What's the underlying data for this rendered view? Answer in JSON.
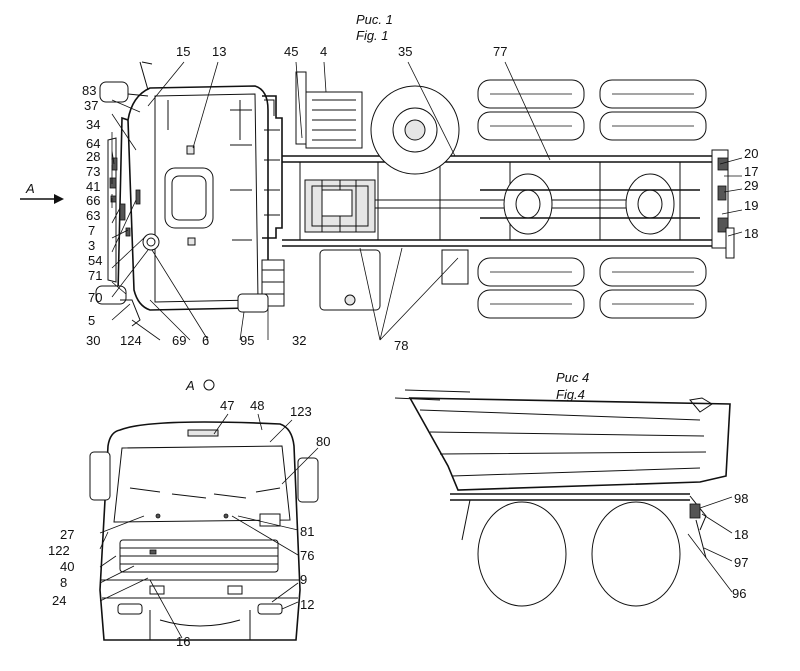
{
  "captions": {
    "fig1_ru": "Рис. 1",
    "fig1_en": "Fig. 1",
    "fig4_ru": "Рис 4",
    "fig4_en": "Fig.4",
    "view_arrow": "A",
    "view_title": "A"
  },
  "labels": {
    "top_row": [
      "15",
      "13",
      "45",
      "4",
      "35",
      "77"
    ],
    "left_column": [
      "83",
      "37",
      "34",
      "64",
      "28",
      "73",
      "41",
      "66",
      "63",
      "7",
      "3",
      "54",
      "71",
      "70",
      "5"
    ],
    "right_column": [
      "20",
      "17",
      "29",
      "19",
      "18"
    ],
    "bottom_row": [
      "30",
      "124",
      "69",
      "6",
      "95",
      "32",
      "78"
    ],
    "front_view": [
      "47",
      "48",
      "123",
      "80",
      "27",
      "122",
      "40",
      "8",
      "24",
      "16",
      "81",
      "76",
      "9",
      "12"
    ],
    "side_view": [
      "98",
      "18",
      "97",
      "96"
    ]
  }
}
